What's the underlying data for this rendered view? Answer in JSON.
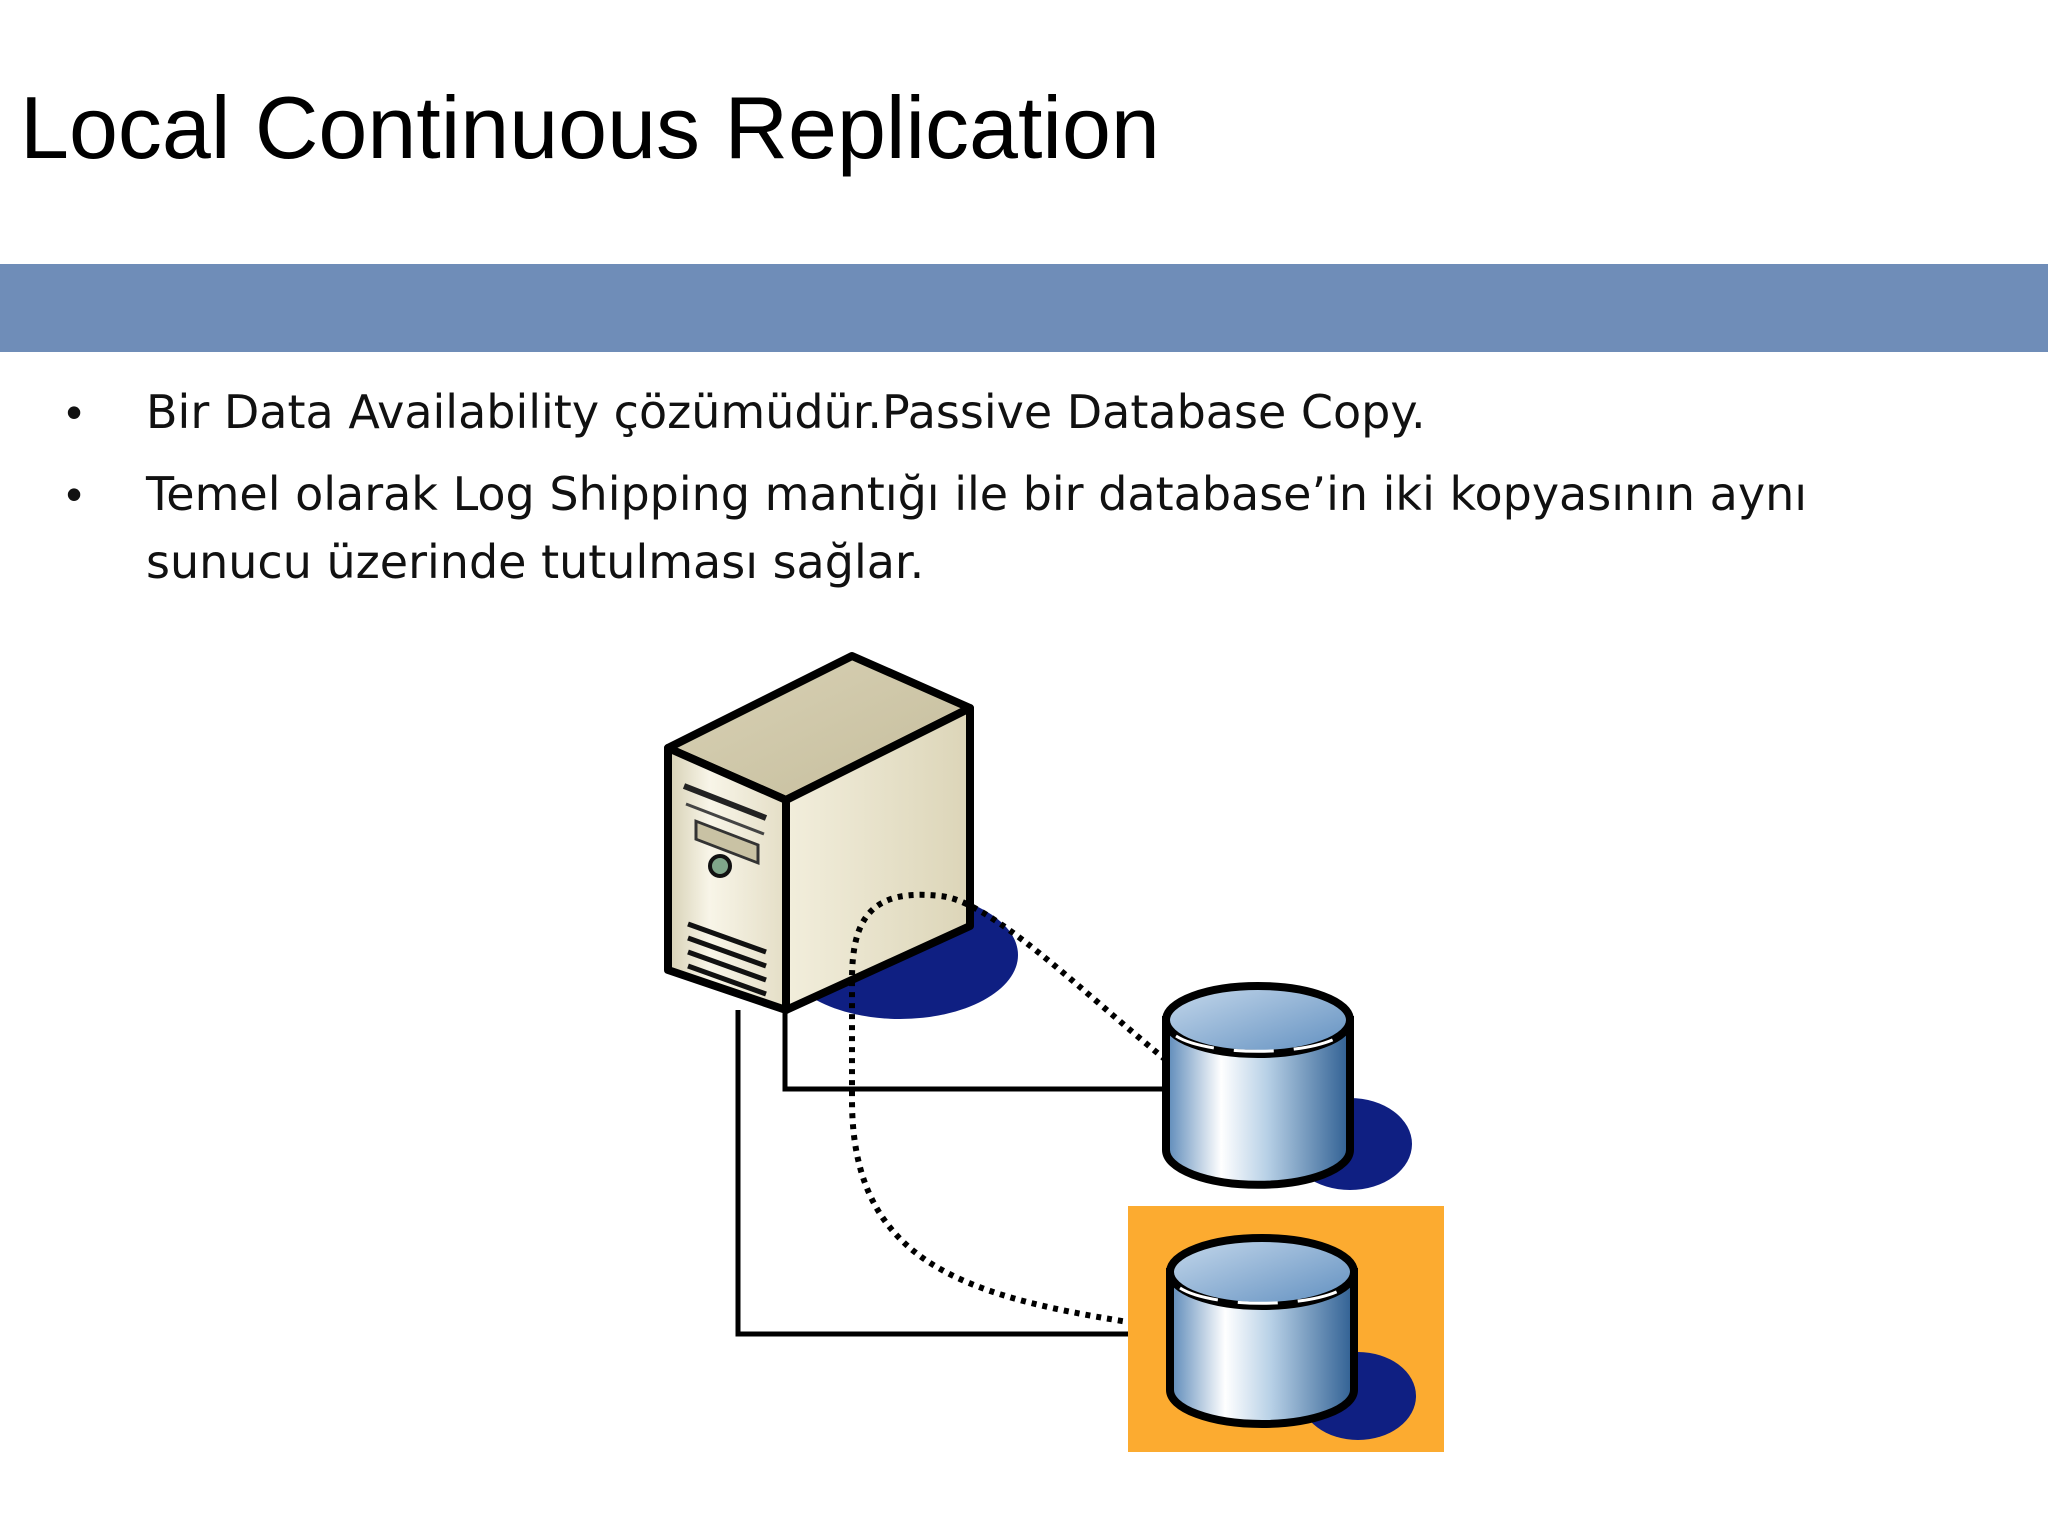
{
  "slide": {
    "title": "Local Continuous Replication",
    "bullets": [
      "Bir Data Availability çözümüdür.Passive Database Copy.",
      "Temel olarak Log Shipping mantığı ile bir database’in iki kopyasının aynı sunucu üzerinde tutulması sağlar."
    ],
    "bullet_symbol": "•"
  },
  "diagram": {
    "nodes": [
      {
        "name": "server",
        "icon": "server-tower-icon"
      },
      {
        "name": "active-database",
        "icon": "database-cylinder-icon"
      },
      {
        "name": "passive-database-copy",
        "icon": "database-cylinder-icon",
        "highlighted": true
      }
    ],
    "connections": [
      {
        "from": "server",
        "to": "active-database",
        "style": "solid"
      },
      {
        "from": "server",
        "to": "passive-database-copy",
        "style": "solid"
      },
      {
        "from": "active-database",
        "to": "passive-database-copy",
        "style": "dotted"
      }
    ],
    "colors": {
      "banner": "#6f8db8",
      "highlight": "#fcab30",
      "shadow": "#0f1f82",
      "server_body": "#ede8d4",
      "database_blue": "#5f92c2"
    }
  }
}
